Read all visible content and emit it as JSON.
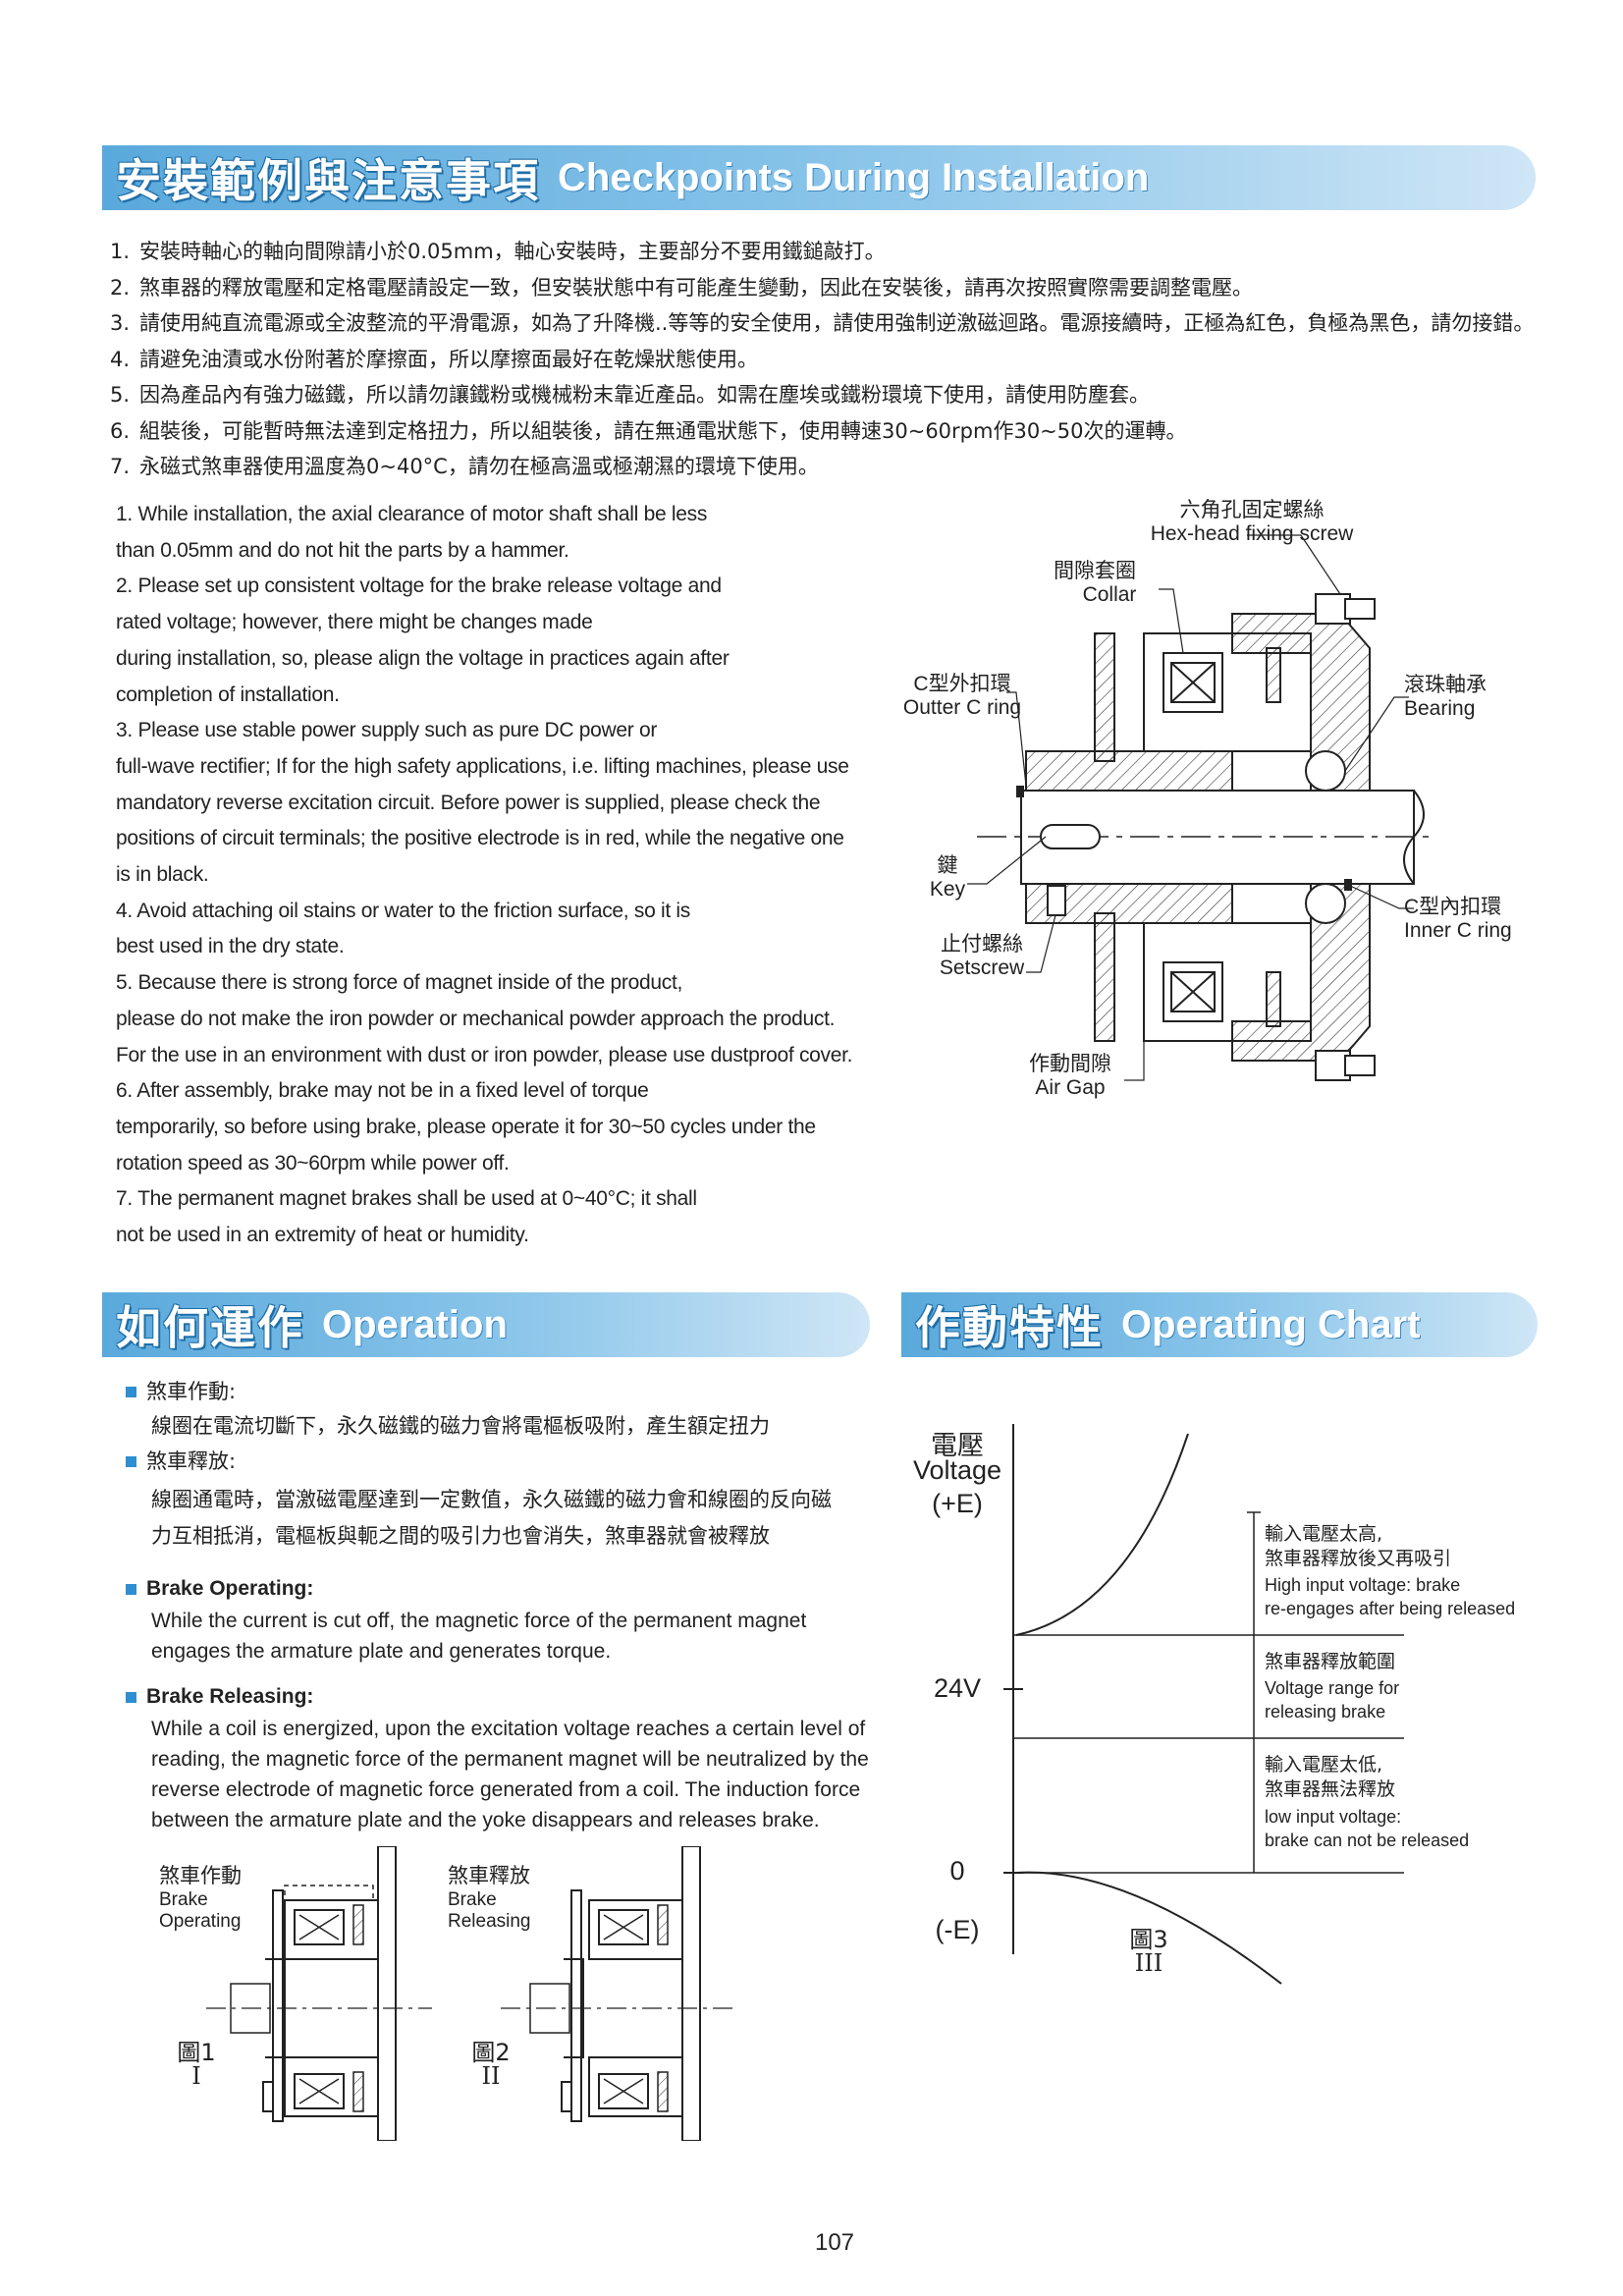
{
  "install": {
    "title_zh": "安裝範例與注意事項",
    "title_en": "Checkpoints During Installation",
    "zh_items": [
      {
        "n": "1.",
        "text": "安裝時軸心的軸向間隙請小於0.05mm，軸心安裝時，主要部分不要用鐵鎚敲打。"
      },
      {
        "n": "2.",
        "text": "煞車器的釋放電壓和定格電壓請設定一致，但安裝狀態中有可能產生變動，因此在安裝後，請再次按照實際需要調整電壓。"
      },
      {
        "n": "3.",
        "text": "請使用純直流電源或全波整流的平滑電源，如為了升降機..等等的安全使用，請使用強制逆激磁迴路。電源接續時，正極為紅色，負極為黑色，請勿接錯。"
      },
      {
        "n": "4.",
        "text": "請避免油漬或水份附著於摩擦面，所以摩擦面最好在乾燥狀態使用。"
      },
      {
        "n": "5.",
        "text": "因為產品內有強力磁鐵，所以請勿讓鐵粉或機械粉末靠近產品。如需在塵埃或鐵粉環境下使用，請使用防塵套。"
      },
      {
        "n": "6.",
        "text": "組裝後，可能暫時無法達到定格扭力，所以組裝後，請在無通電狀態下，使用轉速30~60rpm作30~50次的運轉。"
      },
      {
        "n": "7.",
        "text": "永磁式煞車器使用溫度為0~40°C，請勿在極高溫或極潮濕的環境下使用。"
      }
    ],
    "en_lines": [
      "1. While installation, the axial clearance of motor shaft shall be less",
      "than 0.05mm and do not hit the parts by a hammer.",
      "2. Please set up consistent voltage for the brake release voltage and",
      "rated voltage; however, there might be changes made",
      "during installation, so, please align the voltage in practices again after",
      "completion of installation.",
      "3. Please use stable power supply such as pure DC power or",
      "full-wave rectifier; If for the high safety applications, i.e. lifting machines, please use",
      "mandatory reverse excitation circuit. Before power is supplied, please check the",
      "positions of circuit terminals; the positive electrode is in red, while the negative one",
      "is in black.",
      "4. Avoid attaching oil stains or water to the friction surface, so it is",
      "best used in the dry state.",
      "5. Because there is strong force of magnet inside of the product,",
      "please do not make the iron powder or mechanical powder approach the product.",
      "For the use in an environment with dust or iron powder, please use dustproof cover.",
      "6. After assembly, brake may not be in a fixed level of torque",
      "temporarily, so before using brake, please operate it for 30~50 cycles under the",
      "rotation speed as 30~60rpm while power off.",
      "7. The permanent magnet brakes shall be used at 0~40°C; it shall",
      "not be used in an extremity of heat or humidity."
    ],
    "diagram": {
      "hex_zh": "六角孔固定螺絲",
      "hex_en": "Hex-head fixing screw",
      "collar_zh": "間隙套圈",
      "collar_en": "Collar",
      "outer_zh": "C型外扣環",
      "outer_en": "Outter C ring",
      "bearing_zh": "滾珠軸承",
      "bearing_en": "Bearing",
      "key_zh": "鍵",
      "key_en": "Key",
      "inner_zh": "C型內扣環",
      "inner_en": "Inner C ring",
      "set_zh": "止付螺絲",
      "set_en": "Setscrew",
      "gap_zh": "作動間隙",
      "gap_en": "Air Gap"
    }
  },
  "operation": {
    "title_zh": "如何運作",
    "title_en": "Operation",
    "zh_op_head": "煞車作動:",
    "zh_op_body": "線圈在電流切斷下，永久磁鐵的磁力會將電樞板吸附，產生額定扭力",
    "zh_rel_head": "煞車釋放:",
    "zh_rel_body1": "線圈通電時，當激磁電壓達到一定數值，永久磁鐵的磁力會和線圈的反向磁",
    "zh_rel_body2": "力互相抵消，電樞板與軛之間的吸引力也會消失，煞車器就會被釋放",
    "en_op_head": "Brake Operating:",
    "en_op_body1": "While the current is cut off, the magnetic force of the permanent magnet",
    "en_op_body2": "engages the armature plate and generates torque.",
    "en_rel_head": "Brake Releasing:",
    "en_rel_body": [
      "While a coil is energized, upon the excitation voltage reaches a certain level of",
      "reading, the magnetic force of the permanent magnet will be neutralized by the",
      "reverse electrode of magnetic force generated from a coil. The induction force",
      "between the armature plate and the yoke disappears and releases brake."
    ],
    "fig1": {
      "zh": "煞車作動",
      "en1": "Brake",
      "en2": "Operating",
      "name": "圖1",
      "roman": "I"
    },
    "fig2": {
      "zh": "煞車釋放",
      "en1": "Brake",
      "en2": "Releasing",
      "name": "圖2",
      "roman": "II"
    }
  },
  "chart_section": {
    "title_zh": "作動特性",
    "title_en": "Operating Chart",
    "y_zh": "電壓",
    "y_en": "Voltage",
    "y_pos": "(+E)",
    "y_neg": "(-E)",
    "tick_24": "24V",
    "tick_0": "0",
    "high_zh1": "輸入電壓太高,",
    "high_zh2": "煞車器釋放後又再吸引",
    "high_en1": "High input voltage: brake",
    "high_en2": "re-engages after being released",
    "range_zh": "煞車器釋放範圍",
    "range_en1": "Voltage range for",
    "range_en2": "releasing brake",
    "low_zh1": "輸入電壓太低,",
    "low_zh2": "煞車器無法釋放",
    "low_en1": "low input voltage:",
    "low_en2": "brake can not be released",
    "fig_name": "圖3",
    "fig_roman": "III"
  },
  "page_number": "107",
  "colors": {
    "banner": "#5aa9dc",
    "bullet": "#2f8ed0"
  }
}
